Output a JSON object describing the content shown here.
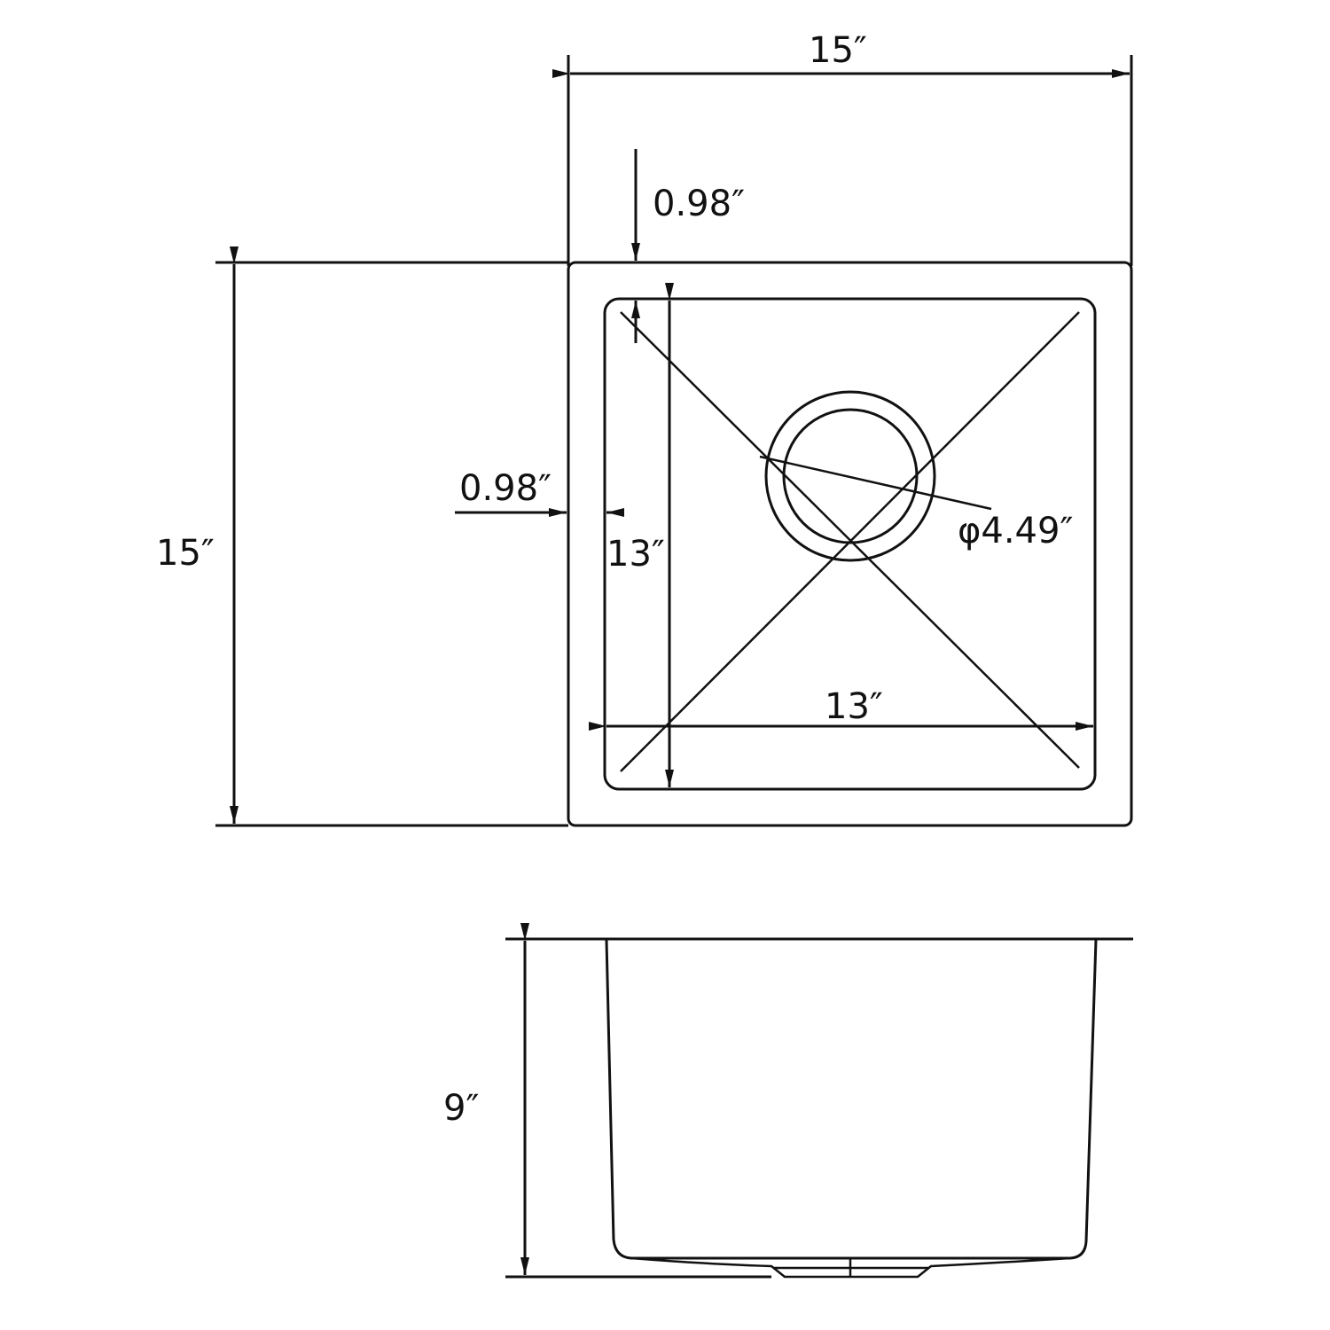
{
  "drawing": {
    "title": "Undermount single bowl sink dimension drawing",
    "views": [
      "top-view",
      "side-view"
    ],
    "colors": {
      "line": "#111111",
      "background": "#ffffff"
    }
  },
  "top_view": {
    "overall_width_label": "15″",
    "overall_depth_label": "15″",
    "rim_top_label": "0.98″",
    "rim_left_label": "0.98″",
    "bowl_width_label": "13″",
    "bowl_depth_label": "13″",
    "drain_diameter_label": "φ4.49″"
  },
  "side_view": {
    "depth_label": "9″"
  }
}
